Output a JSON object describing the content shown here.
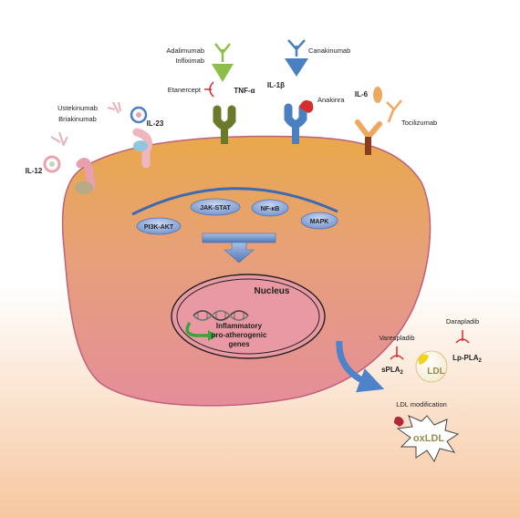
{
  "cytokines": {
    "il12": "IL-12",
    "il23": "IL-23",
    "tnf": "TNF-α",
    "il1b": "IL-1β",
    "il6": "IL-6"
  },
  "drugs": {
    "ustekinumab": "Ustekinumab",
    "briakinumab": "Briakinumab",
    "adalimumab": "Adalimumab",
    "infliximab": "Infliximab",
    "etanercept": "Etanercept",
    "canakinumab": "Canakinumab",
    "anakinra": "Anakinra",
    "tocilizumab": "Tocilizumab",
    "varespladib": "Varespladib",
    "darapladib": "Darapladib"
  },
  "pathways": [
    "PI3K-AKT",
    "JAK-STAT",
    "NF-κB",
    "MAPK"
  ],
  "nucleus": {
    "title": "Nucleus",
    "genes_line1": "Inflammatory",
    "genes_line2": "pro-atherogenic",
    "genes_line3": "genes"
  },
  "lipids": {
    "spla2": "sPLA",
    "spla2_sub": "2",
    "lppla2": "Lp-PLA",
    "lppla2_sub": "2",
    "ldl": "LDL",
    "modification": "LDL modification",
    "oxldl": "oxLDL"
  },
  "colors": {
    "cell_top": "#e8a24a",
    "cell_bottom": "#e38f9a",
    "background_glow": "#f6c9a3",
    "pathway_pill": "#8fa8d8",
    "arrow_blue": "#4f83c9",
    "inhibitor_red": "#d62d2d",
    "antibody_pink": "#f0b6c0",
    "antibody_green": "#8bbf4a",
    "antibody_blue": "#4a7fc1",
    "antibody_orange": "#f0a860"
  }
}
